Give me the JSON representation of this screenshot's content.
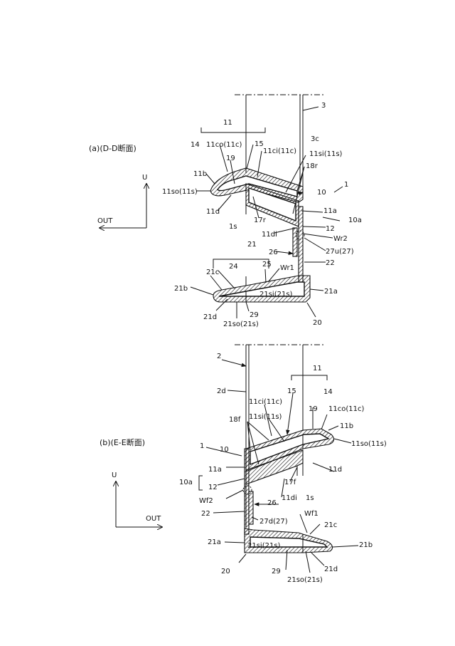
{
  "views": [
    {
      "id": "a",
      "caption": "(a)(D-D断面)",
      "axis": {
        "up": "U",
        "out": "OUT"
      },
      "labels": {
        "pillar": "3",
        "pillar_inner": "3c",
        "group": "11",
        "l14": "14",
        "l11co": "11co(11c)",
        "l15": "15",
        "l11ci": "11ci(11c)",
        "l19": "19",
        "l11si": "11si(11s)",
        "l18": "18r",
        "l11b": "11b",
        "l10": "10",
        "l1": "1",
        "l11so": "11so(11s)",
        "l11a": "11a",
        "l10a": "10a",
        "l11d": "11d",
        "l17": "17r",
        "l12": "12",
        "l1s": "1s",
        "l11di": "11di",
        "lwr2": "Wr2",
        "l21": "21",
        "l26": "26",
        "l27": "27u(27)",
        "l24": "24",
        "l25": "25",
        "lwr1": "Wr1",
        "l22": "22",
        "l21c": "21c",
        "l21b": "21b",
        "l21si": "21si(21s)",
        "l21a": "21a",
        "l21d": "21d",
        "l29": "29",
        "l21so": "21so(21s)",
        "l20": "20"
      }
    },
    {
      "id": "b",
      "caption": "(b)(E-E断面)",
      "axis": {
        "up": "U",
        "out": "OUT"
      },
      "labels": {
        "pillar": "2",
        "group": "11",
        "pillar_inner": "2d",
        "l11ci": "11ci(11c)",
        "l15": "15",
        "l14": "14",
        "l18": "18f",
        "l11si": "11si(11s)",
        "l19": "19",
        "l11co": "11co(11c)",
        "l11b": "11b",
        "l1": "1",
        "l10": "10",
        "l11so": "11so(11s)",
        "l11a": "11a",
        "l11d": "11d",
        "l10a": "10a",
        "l17": "17f",
        "l12": "12",
        "l11di": "11di",
        "l1s": "1s",
        "lwf2": "Wf2",
        "l26": "26",
        "lwf1": "Wf1",
        "l22": "22",
        "l27": "27d(27)",
        "l21c": "21c",
        "l21a": "21a",
        "l21si": "21si(21s)",
        "l21b": "21b",
        "l20": "20",
        "l29": "29",
        "l21d": "21d",
        "l21so": "21so(21s)"
      }
    }
  ]
}
